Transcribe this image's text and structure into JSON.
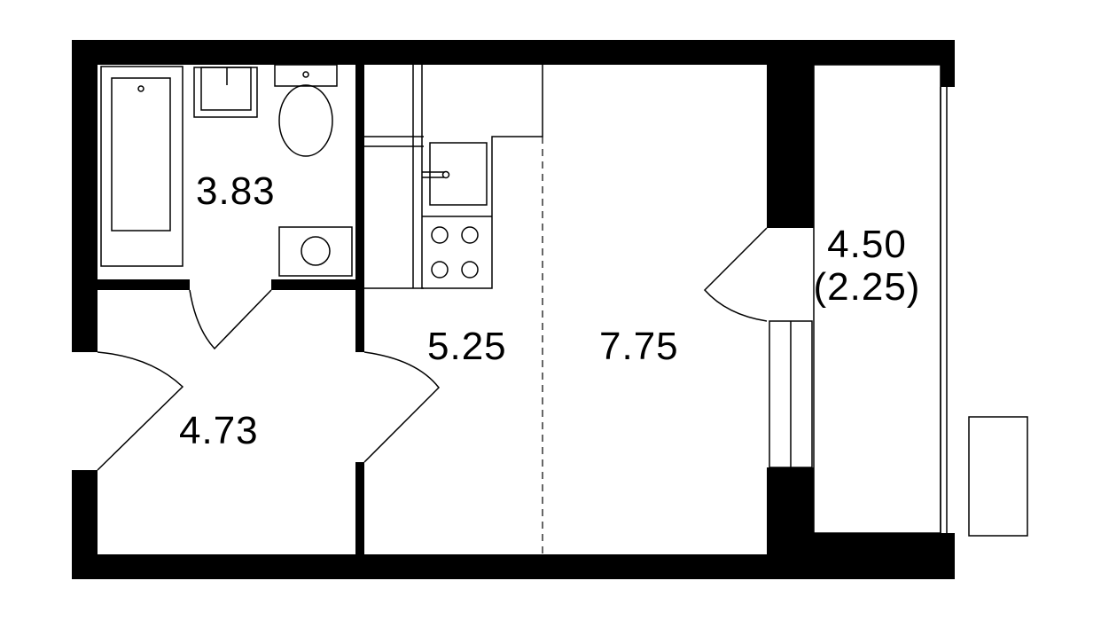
{
  "colors": {
    "wall": "#000000",
    "background": "#ffffff",
    "fixture": "#000000"
  },
  "rooms": {
    "bathroom": {
      "area": "3.83"
    },
    "hallway": {
      "area": "4.73"
    },
    "kitchen": {
      "area": "5.25"
    },
    "living": {
      "area": "7.75"
    },
    "balcony": {
      "area": "4.50",
      "area_reduced": "(2.25)"
    }
  }
}
